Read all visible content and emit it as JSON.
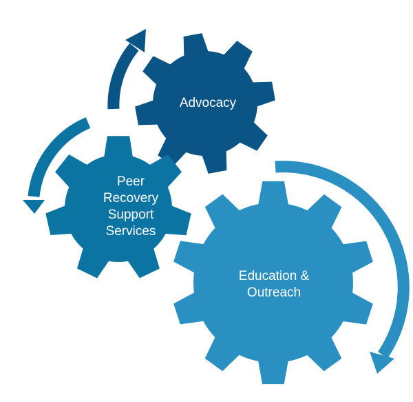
{
  "gears": [
    {
      "id": "advocacy",
      "lines": [
        "Advocacy"
      ],
      "color": "#0b5486"
    },
    {
      "id": "peer",
      "lines": [
        "Peer",
        "Recovery",
        "Support",
        "Services"
      ],
      "color": "#0b74a3"
    },
    {
      "id": "education",
      "lines": [
        "Education &",
        "Outreach"
      ],
      "color": "#2a8fc1"
    }
  ],
  "arrows": [
    {
      "id": "top",
      "color": "#0b5486"
    },
    {
      "id": "left",
      "color": "#0b74a3"
    },
    {
      "id": "right",
      "color": "#2a8fc1"
    }
  ]
}
